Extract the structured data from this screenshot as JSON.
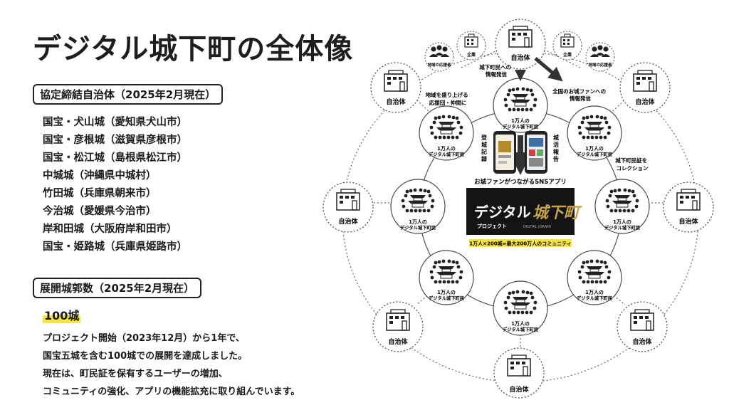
{
  "title": "デジタル城下町の全体像",
  "partners": {
    "heading": "協定締結自治体（2025年2月現在）",
    "items": [
      "国宝・犬山城（愛知県犬山市）",
      "国宝・彦根城（滋賀県彦根市）",
      "国宝・松江城（島根県松江市）",
      "中城城（沖縄県中城村）",
      "竹田城（兵庫県朝来市）",
      "今治城（愛媛県今治市）",
      "岸和田城（大阪府岸和田市）",
      "国宝・姫路城（兵庫県姫路市）"
    ]
  },
  "deployment": {
    "heading": "展開城郭数（2025年2月現在）",
    "count": "100城",
    "description": [
      "プロジェクト開始（2023年12月）から1年で、",
      "国宝五城を含む100城での展開を達成しました。",
      "現在は、町民証を保有するユーザーの増加、",
      "コミュニティの強化、アプリの機能拡充に取り組んでいます。"
    ]
  },
  "diagram": {
    "municipality": "自治体",
    "company": "企業",
    "supporter": "地域の応援者",
    "community_line1": "1万人の",
    "community_line2": "デジタル城下町民",
    "notes": {
      "to_residents": [
        "城下町民への",
        "情報発信"
      ],
      "to_fans": [
        "全国のお城ファンへの",
        "情報発信"
      ],
      "cheer": [
        "地域を盛り上げる",
        "応援団・仲間に"
      ],
      "castle_card": [
        "城下町民証を",
        "コレクション"
      ],
      "visit_log": "登城記録",
      "castle_report": "城活報告",
      "app": "お城ファンがつながるSNSアプリ",
      "scale": "1万人×200城=最大200万人のコミュニティ"
    },
    "logo": {
      "main_left": "デジタル",
      "main_right": "城下町",
      "sub_left": "プロジェクト",
      "sub_right": "DIGITAL JOKAMI"
    },
    "colors": {
      "highlight": "#f5e442",
      "logo_bg": "#141414",
      "logo_accent": "#9b1b1b"
    }
  }
}
